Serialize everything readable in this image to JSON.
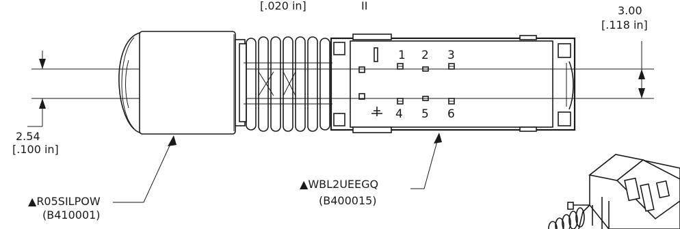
{
  "top_dimension": {
    "metric": "",
    "imperial": "[.020 in]",
    "extra": "II"
  },
  "right_dimension": {
    "metric": "3.00",
    "imperial": "[.118 in]"
  },
  "left_dimension": {
    "metric": "2.54",
    "imperial": "[.100 in]"
  },
  "pins": [
    "1",
    "2",
    "3",
    "4",
    "5",
    "6"
  ],
  "callouts": {
    "left_part": {
      "marker": "▲",
      "part_number": "R05SILPOW",
      "code": "(B410001)"
    },
    "right_part": {
      "marker": "▲",
      "part_number": "WBL2UEEGQ",
      "code": "(B400015)"
    }
  }
}
